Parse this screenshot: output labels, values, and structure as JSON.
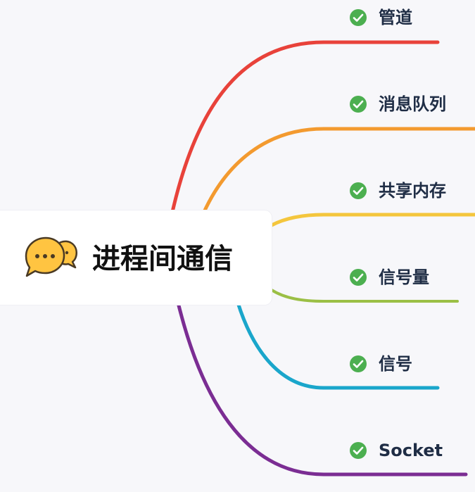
{
  "root": {
    "title": "进程间通信",
    "icon": "chat-bubbles-icon"
  },
  "topics": [
    {
      "label": "管道",
      "color": "#e8423a",
      "icon": "check-circle-icon"
    },
    {
      "label": "消息队列",
      "color": "#f39a2f",
      "icon": "check-circle-icon"
    },
    {
      "label": "共享内存",
      "color": "#f4c63d",
      "icon": "check-circle-icon"
    },
    {
      "label": "信号量",
      "color": "#9bbf45",
      "icon": "check-circle-icon"
    },
    {
      "label": "信号",
      "color": "#1aa6cb",
      "icon": "check-circle-icon"
    },
    {
      "label": "Socket",
      "color": "#7b2d93",
      "icon": "check-circle-icon"
    }
  ],
  "colors": {
    "background": "#f7f7fa",
    "check": "#4caf50",
    "topic_text": "#1f2d45",
    "root_text": "#111111",
    "chat_bubble": "#ffc441"
  }
}
